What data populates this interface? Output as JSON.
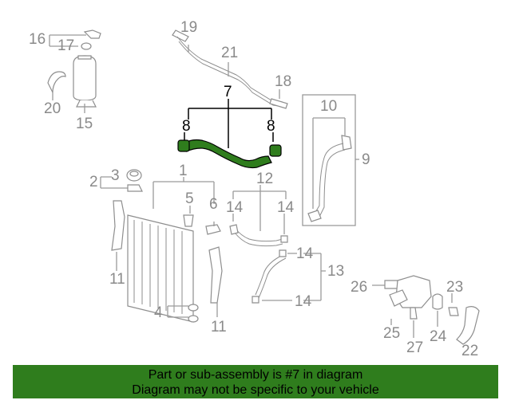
{
  "callouts": {
    "c1": "1",
    "c2": "2",
    "c3": "3",
    "c4": "4",
    "c5": "5",
    "c6": "6",
    "c7": "7",
    "c8a": "8",
    "c8b": "8",
    "c9": "9",
    "c10": "10",
    "c11a": "11",
    "c11b": "11",
    "c12": "12",
    "c13": "13",
    "c14a": "14",
    "c14b": "14",
    "c14c": "14",
    "c14d": "14",
    "c15": "15",
    "c16": "16",
    "c17": "17",
    "c18": "18",
    "c19": "19",
    "c20": "20",
    "c21": "21",
    "c22": "22",
    "c23": "23",
    "c24": "24",
    "c25": "25",
    "c26": "26",
    "c27": "27"
  },
  "banner": {
    "line1": "Part or sub-assembly is #7 in diagram",
    "line2": "Diagram may not be specific to your vehicle"
  },
  "colors": {
    "highlight": "#2f7d1d",
    "part_stroke": "#8e8e8e",
    "label_gray": "#8a8a8a"
  }
}
